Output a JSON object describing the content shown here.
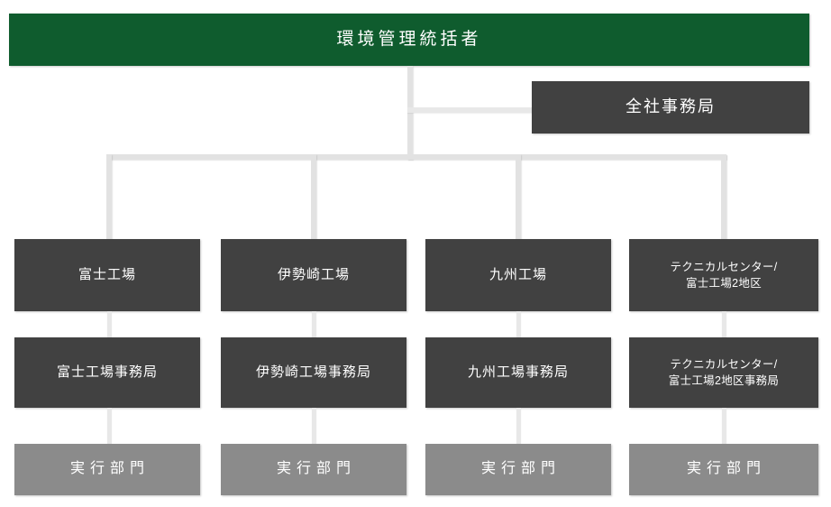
{
  "diagram": {
    "title": "環境管理統括者",
    "type": "organization-chart",
    "colors": {
      "root": "#0f5c2e",
      "department": "#414141",
      "execution": "#8b8b8b",
      "connector": "#e2e2e2",
      "background": "#ffffff",
      "text": "#ffffff"
    },
    "root": {
      "label": "環境管理統括者"
    },
    "staff": {
      "label": "全社事務局"
    },
    "columns": [
      {
        "site": {
          "line1": "富士工場",
          "line2": ""
        },
        "office": {
          "line1": "富士工場事務局",
          "line2": ""
        },
        "execution": {
          "label": "実行部門"
        }
      },
      {
        "site": {
          "line1": "伊勢崎工場",
          "line2": ""
        },
        "office": {
          "line1": "伊勢崎工場事務局",
          "line2": ""
        },
        "execution": {
          "label": "実行部門"
        }
      },
      {
        "site": {
          "line1": "九州工場",
          "line2": ""
        },
        "office": {
          "line1": "九州工場事務局",
          "line2": ""
        },
        "execution": {
          "label": "実行部門"
        }
      },
      {
        "site": {
          "line1": "テクニカルセンター/",
          "line2": "富士工場2地区"
        },
        "office": {
          "line1": "テクニカルセンター/",
          "line2": "富士工場2地区事務局"
        },
        "execution": {
          "label": "実行部門"
        }
      }
    ]
  }
}
